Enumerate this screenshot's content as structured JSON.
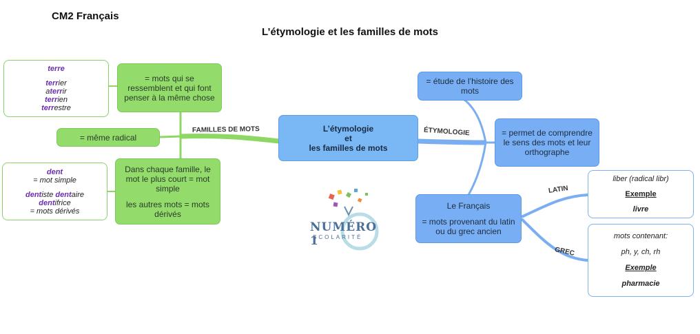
{
  "header": {
    "course": "CM2 Français",
    "title": "L’étymologie et les familles de mots"
  },
  "center": {
    "line1": "L’étymologie",
    "line2": "et",
    "line3": "les familles de mots"
  },
  "branch_labels": {
    "familles": "FAMILLES DE MOTS",
    "etymologie": "ÉTYMOLOGIE",
    "latin": "LATIN",
    "grec": "GREC"
  },
  "left": {
    "ressemblent": "= mots qui se ressemblent et qui font penser à la même chose",
    "radical": "= même radical",
    "famille_line1": "Dans chaque famille, le mot le plus court = mot simple",
    "famille_line2": "les autres mots = mots dérivés",
    "terre_box": {
      "head": "terre",
      "w1_a": "terr",
      "w1_b": "ier",
      "w2_a": "a",
      "w2_b": "terr",
      "w2_c": "ir",
      "w3_a": "terr",
      "w3_b": "ien",
      "w4_a": "terr",
      "w4_b": "estre"
    },
    "dent_box": {
      "head": "dent",
      "head_note": "= mot simple",
      "w1_a": "dent",
      "w1_b": "iste ",
      "w1_c": "dent",
      "w1_d": "aire",
      "w2_a": "dent",
      "w2_b": "ifrice",
      "note": "= mots dérivés"
    }
  },
  "right": {
    "etude": "= étude de l’histoire des mots",
    "permet": "= permet de comprendre le sens des mots et leur orthographe",
    "francais_title": "Le Français",
    "francais_desc": "= mots provenant du latin ou du grec ancien",
    "latin_box": {
      "line1": "liber (radical libr)",
      "exemple": "Exemple",
      "word": "livre"
    },
    "grec_box": {
      "line1": "mots contenant:",
      "line2": "ph, y, ch, rh",
      "exemple": "Exemple",
      "word": "pharmacie"
    }
  },
  "logo": {
    "name": "NUMÉRO 1",
    "sub": "SCOLARITÉ"
  },
  "colors": {
    "green": "#93dc6b",
    "blue": "#78aef3",
    "purple": "#6a2fae"
  }
}
